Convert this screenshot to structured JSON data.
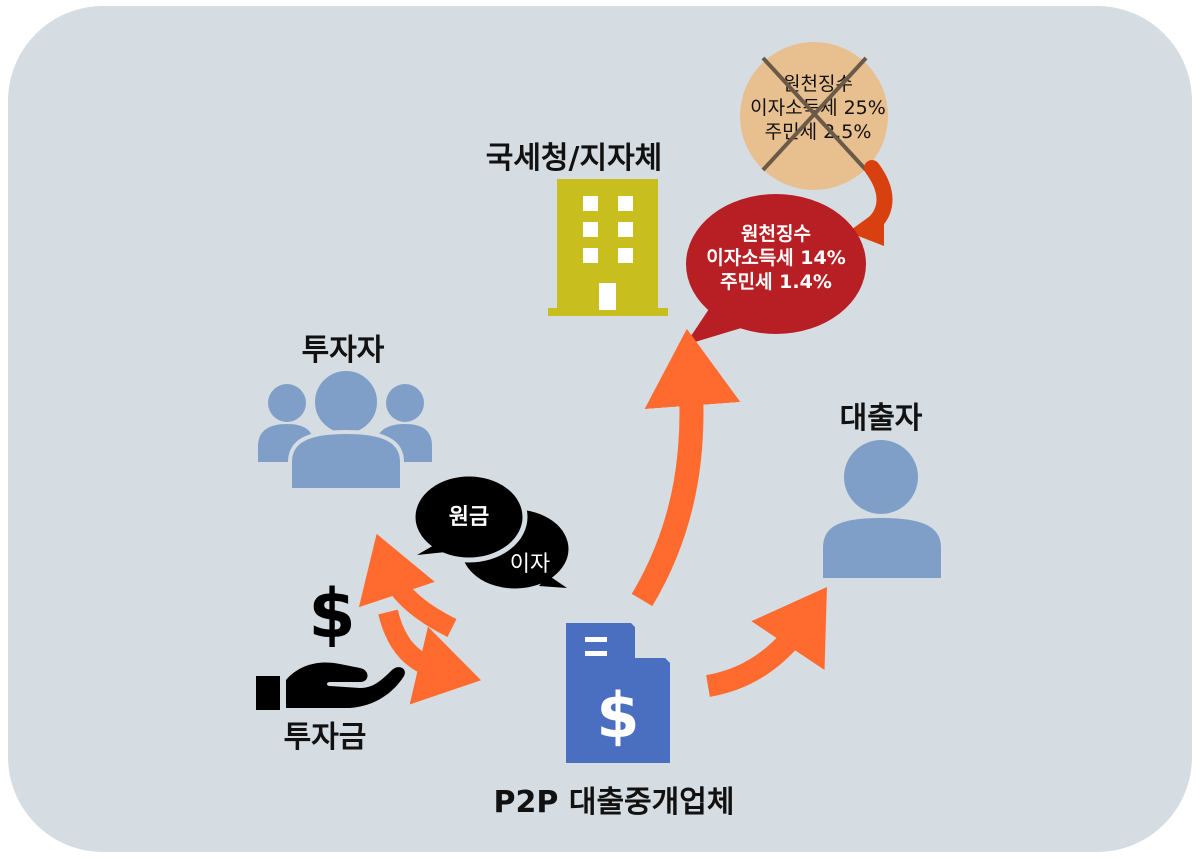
{
  "labels": {
    "tax_office": "국세청/지자체",
    "investor": "투자자",
    "borrower": "대출자",
    "investment": "투자금",
    "platform": "P2P 대출중개업체"
  },
  "bubbles": {
    "principal": "원금",
    "interest": "이자"
  },
  "old_tax": {
    "line1": "원천징수",
    "line2": "이자소득세 25%",
    "line3": "주민세 2.5%"
  },
  "new_tax": {
    "line1": "원천징수",
    "line2": "이자소득세 14%",
    "line3": "주민세 1.4%"
  },
  "colors": {
    "background_panel": "#d6dde2",
    "arrow_orange": "#ff6b2e",
    "building_olive": "#c8bf1e",
    "person_blue": "#7f9fc9",
    "document_blue": "#4a6fc0",
    "new_tax_red": "#b81f24",
    "old_tax_tan": "#e8bf8f",
    "small_arrow_red": "#d9400f"
  },
  "icons": {
    "building": "building-icon",
    "investor_group": "user-group-icon",
    "borrower": "user-icon",
    "hand_money": "hand-dollar-icon",
    "document": "dollar-document-icon"
  }
}
